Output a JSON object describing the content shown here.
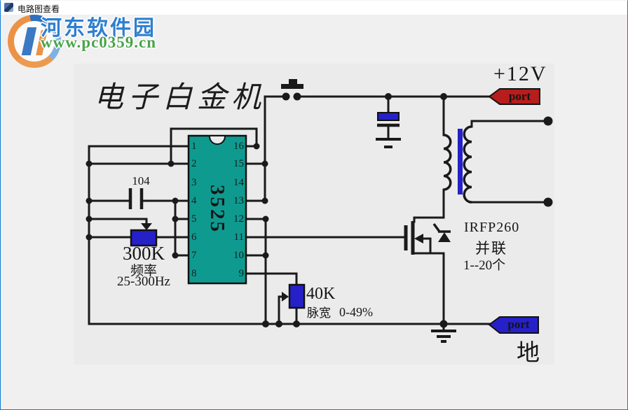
{
  "window": {
    "title": "电路图查看"
  },
  "watermark": {
    "site_name": "河东软件园",
    "site_url": "www.pc0359.cn"
  },
  "diagram": {
    "title": "电子白金机",
    "ic": {
      "part": "3525",
      "left_pins": [
        "1",
        "2",
        "3",
        "4",
        "5",
        "6",
        "7",
        "8"
      ],
      "right_pins": [
        "16",
        "15",
        "14",
        "13",
        "12",
        "11",
        "10",
        "9"
      ]
    },
    "capacitor_label": "104",
    "freq_pot": {
      "value": "300K",
      "name": "频率",
      "range": "25-300Hz"
    },
    "width_pot": {
      "value": "40K",
      "name": "脉宽",
      "range": "0-49%"
    },
    "mosfet": {
      "part": "IRFP260",
      "note_parallel": "并联",
      "note_count": "1--20个"
    },
    "power_rail": {
      "label": "+12V",
      "port_label": "port"
    },
    "ground_rail": {
      "label": "地",
      "port_label": "port"
    },
    "colors": {
      "ic_fill": "#0f9a90",
      "component_blue": "#2620c8",
      "port_red": "#b71d1d",
      "wire": "#1a1a1a",
      "panel_bg": "#ebebeb"
    }
  }
}
